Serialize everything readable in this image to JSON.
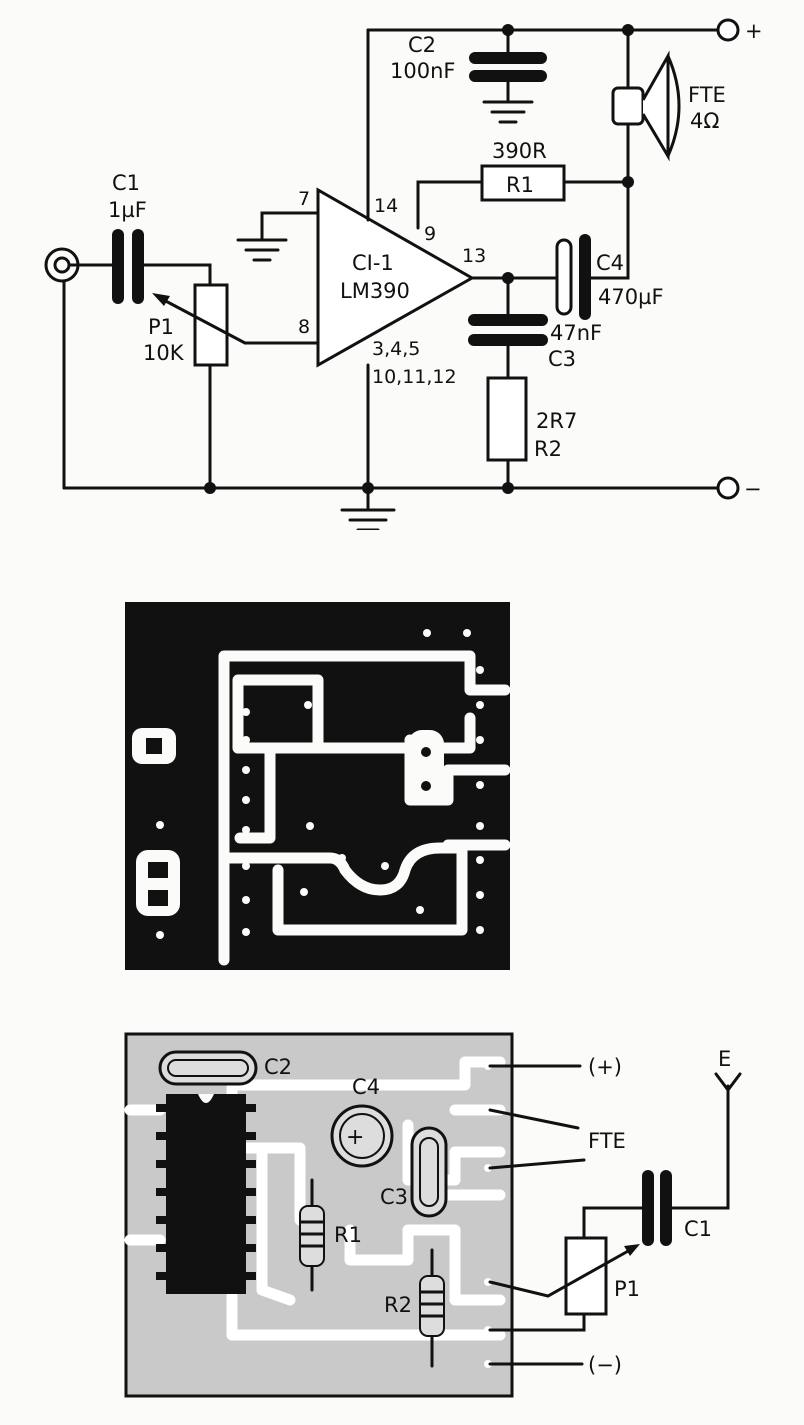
{
  "schematic": {
    "ic_name": "CI-1",
    "ic_part": "LM390",
    "pin_7": "7",
    "pin_14": "14",
    "pin_9": "9",
    "pin_13": "13",
    "pin_8": "8",
    "pins_gnd_1": "3,4,5",
    "pins_gnd_2": "10,11,12",
    "c1_name": "C1",
    "c1_value": "1µF",
    "p1_name": "P1",
    "p1_value": "10K",
    "c2_name": "C2",
    "c2_value": "100nF",
    "r1_name": "R1",
    "r1_value": "390R",
    "c4_name": "C4",
    "c4_value": "470µF",
    "c3_value": "47nF",
    "c3_name": "C3",
    "r2_value": "2R7",
    "r2_name": "R2",
    "speaker_name": "FTE",
    "speaker_value": "4Ω",
    "plus": "+",
    "minus": "−"
  },
  "assembly": {
    "c2": "C2",
    "c4": "C4",
    "c3": "C3",
    "r1": "R1",
    "r2": "R2",
    "c1": "C1",
    "p1": "P1",
    "plus": "(+)",
    "fte": "FTE",
    "minus": "(−)",
    "input": "E"
  },
  "colors": {
    "ink": "#111111",
    "paper": "#fbfbfa",
    "pcb_gray": "#c9c9c9"
  }
}
